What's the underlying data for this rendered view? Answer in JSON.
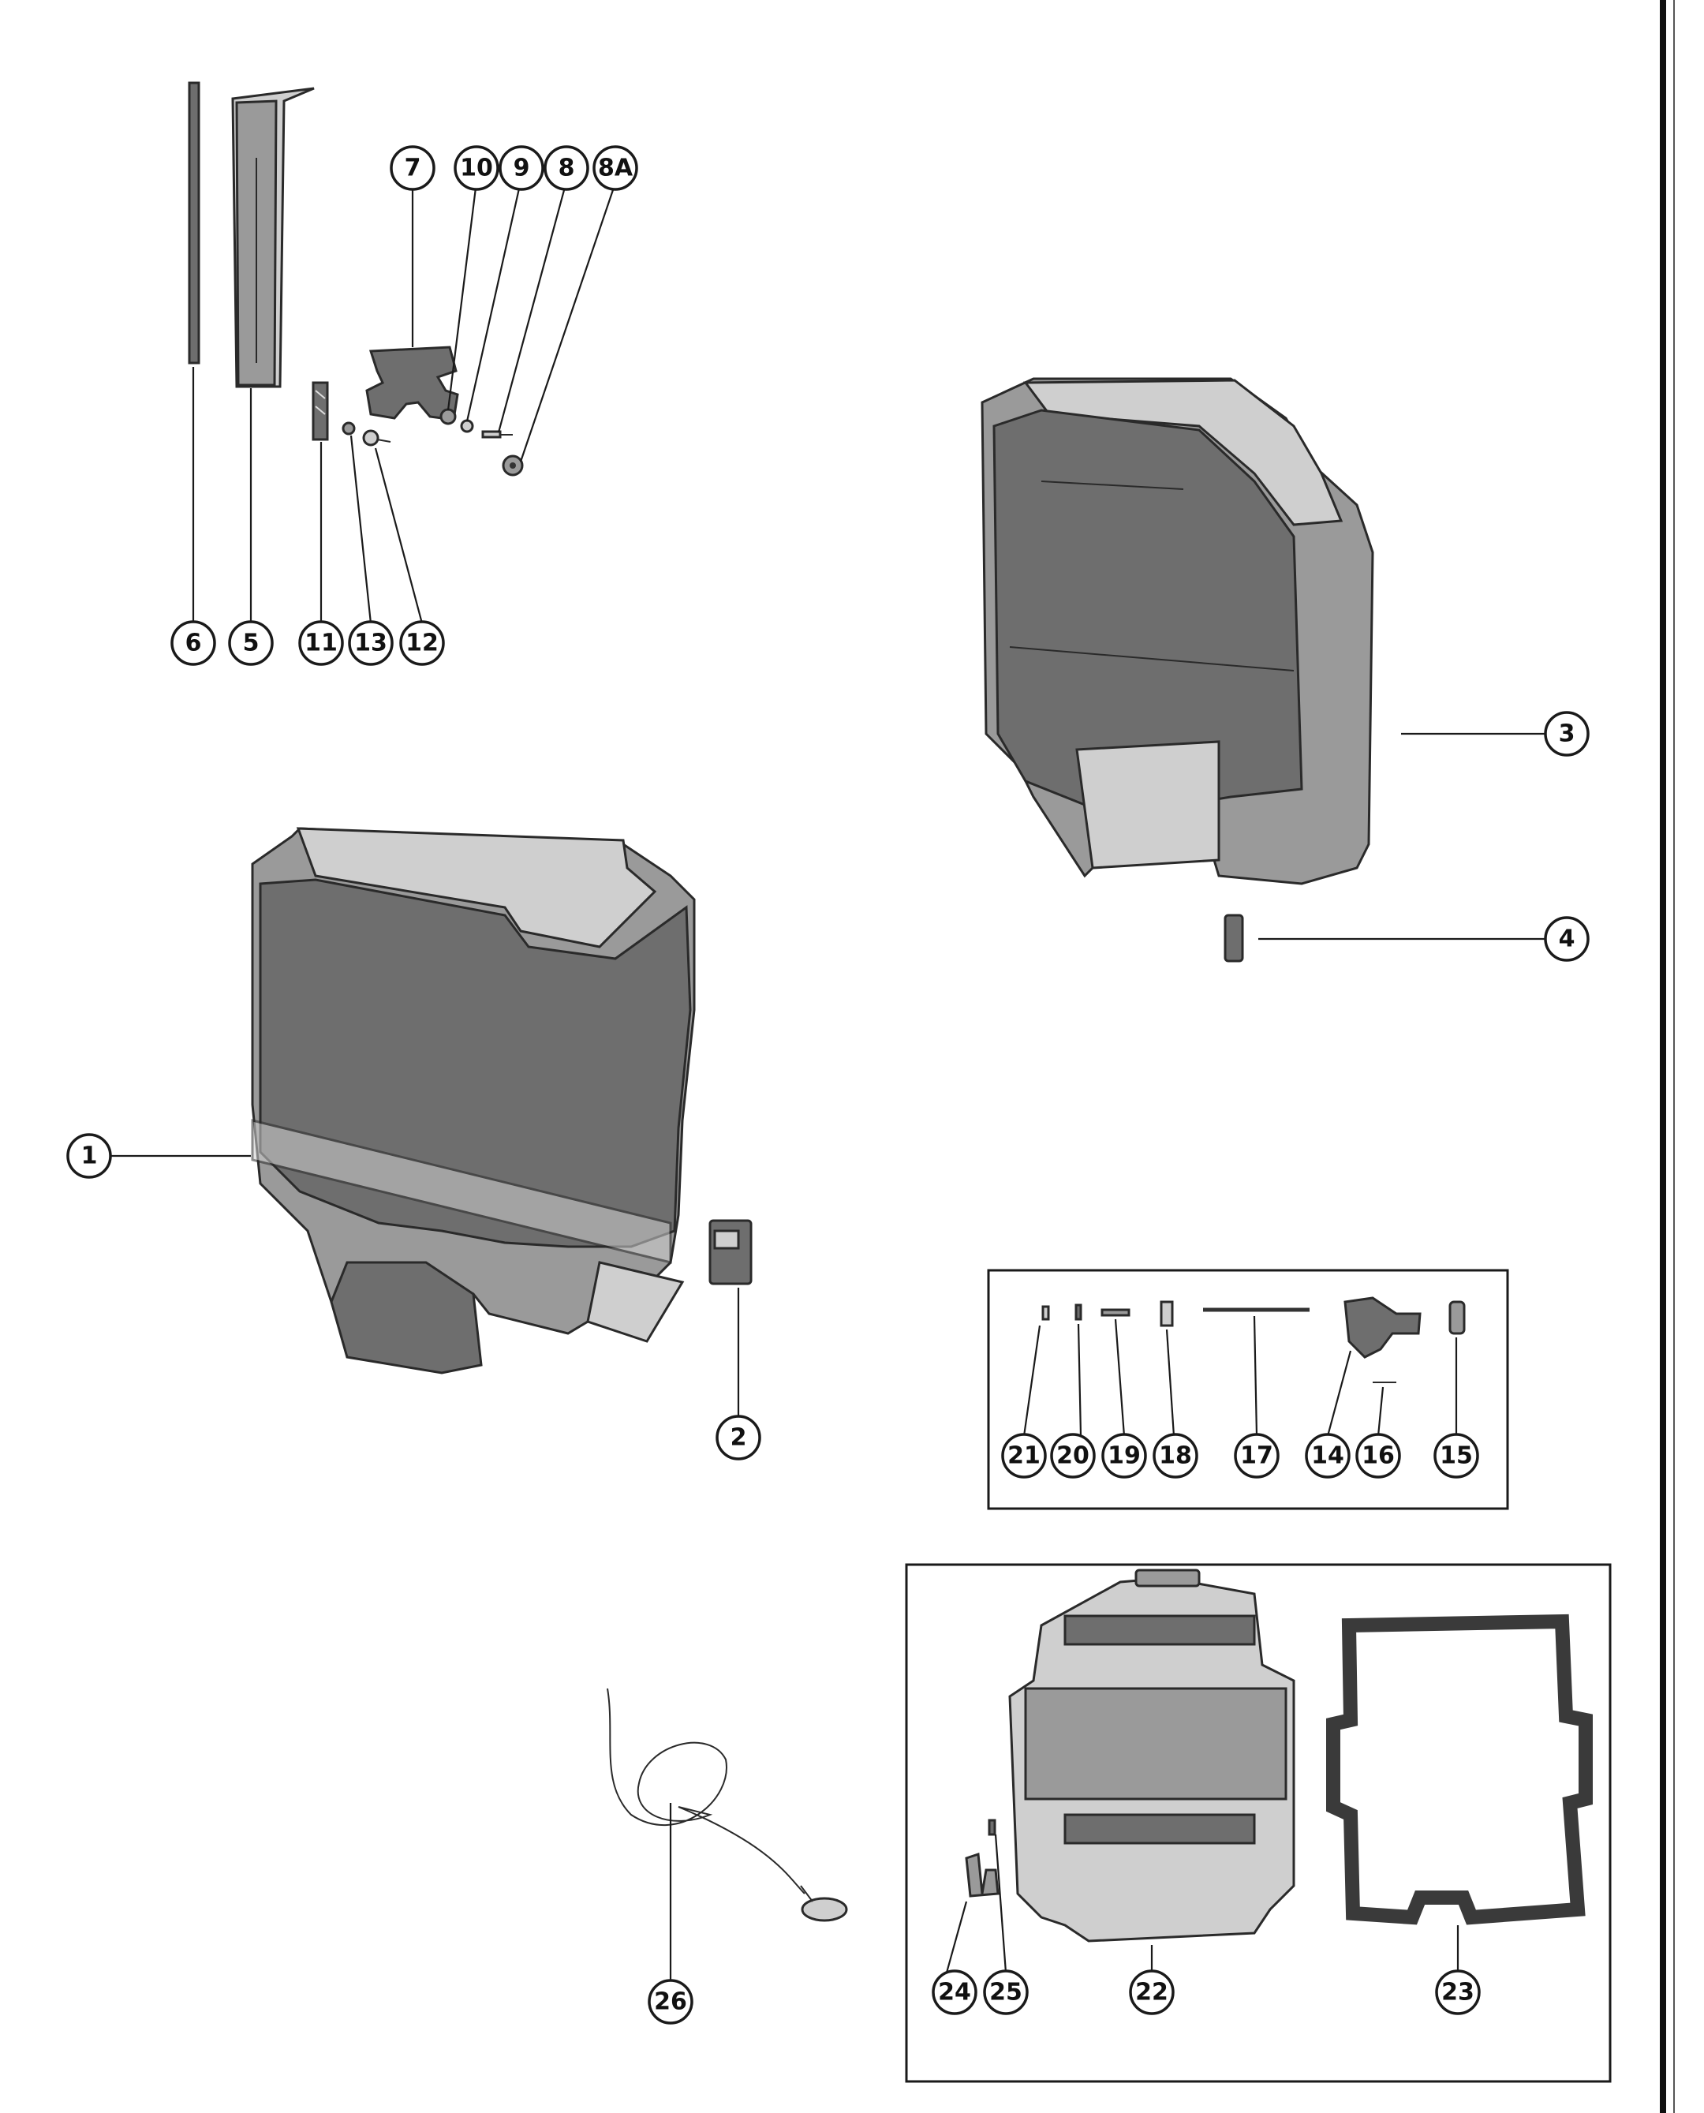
{
  "callouts": [
    {
      "id": "1",
      "label": "1"
    },
    {
      "id": "2",
      "label": "2"
    },
    {
      "id": "3",
      "label": "3"
    },
    {
      "id": "4",
      "label": "4"
    },
    {
      "id": "5",
      "label": "5"
    },
    {
      "id": "6",
      "label": "6"
    },
    {
      "id": "7",
      "label": "7"
    },
    {
      "id": "8",
      "label": "8"
    },
    {
      "id": "8A",
      "label": "8A"
    },
    {
      "id": "9",
      "label": "9"
    },
    {
      "id": "10",
      "label": "10"
    },
    {
      "id": "11",
      "label": "11"
    },
    {
      "id": "12",
      "label": "12"
    },
    {
      "id": "13",
      "label": "13"
    },
    {
      "id": "14",
      "label": "14"
    },
    {
      "id": "15",
      "label": "15"
    },
    {
      "id": "16",
      "label": "16"
    },
    {
      "id": "17",
      "label": "17"
    },
    {
      "id": "18",
      "label": "18"
    },
    {
      "id": "19",
      "label": "19"
    },
    {
      "id": "20",
      "label": "20"
    },
    {
      "id": "21",
      "label": "21"
    },
    {
      "id": "22",
      "label": "22"
    },
    {
      "id": "23",
      "label": "23"
    },
    {
      "id": "24",
      "label": "24"
    },
    {
      "id": "25",
      "label": "25"
    },
    {
      "id": "26",
      "label": "26"
    }
  ]
}
